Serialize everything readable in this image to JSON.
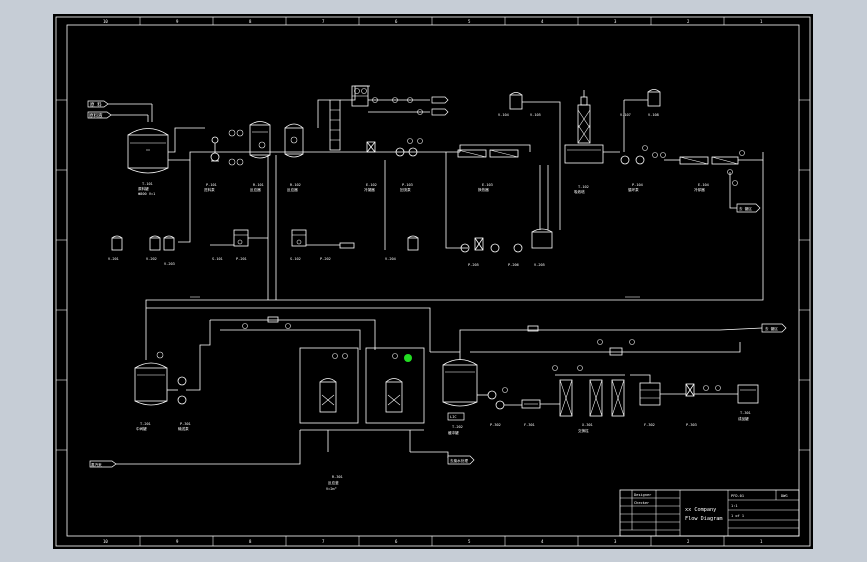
{
  "colors": {
    "viewport_bg": "#c6cdd6",
    "sheet_bg": "#000000",
    "line": "#ffffff",
    "highlight": "#22dd22"
  },
  "grid": {
    "top": [
      "10",
      "9",
      "8",
      "7",
      "6",
      "5",
      "4",
      "3",
      "2",
      "1"
    ],
    "bottom": [
      "10",
      "9",
      "8",
      "7",
      "6",
      "5",
      "4",
      "3",
      "2",
      "1"
    ]
  },
  "streams": {
    "in_1": "原 料",
    "in_2": "原料液",
    "in_3": "蒸汽来",
    "out_1": "去 罐区",
    "out_2": "去 罐区",
    "out_3": "去 罐区",
    "out_4": "去 罐区",
    "out_5": "去废水处理"
  },
  "title_block": {
    "designer": "Designer",
    "checker": "Checker",
    "title_line1": "xx Company",
    "title_line2": "Flow Diagram",
    "scale": "1:1",
    "sheet": "1 of 1",
    "drawing_no": "PFD-01",
    "stage": "DWG"
  }
}
